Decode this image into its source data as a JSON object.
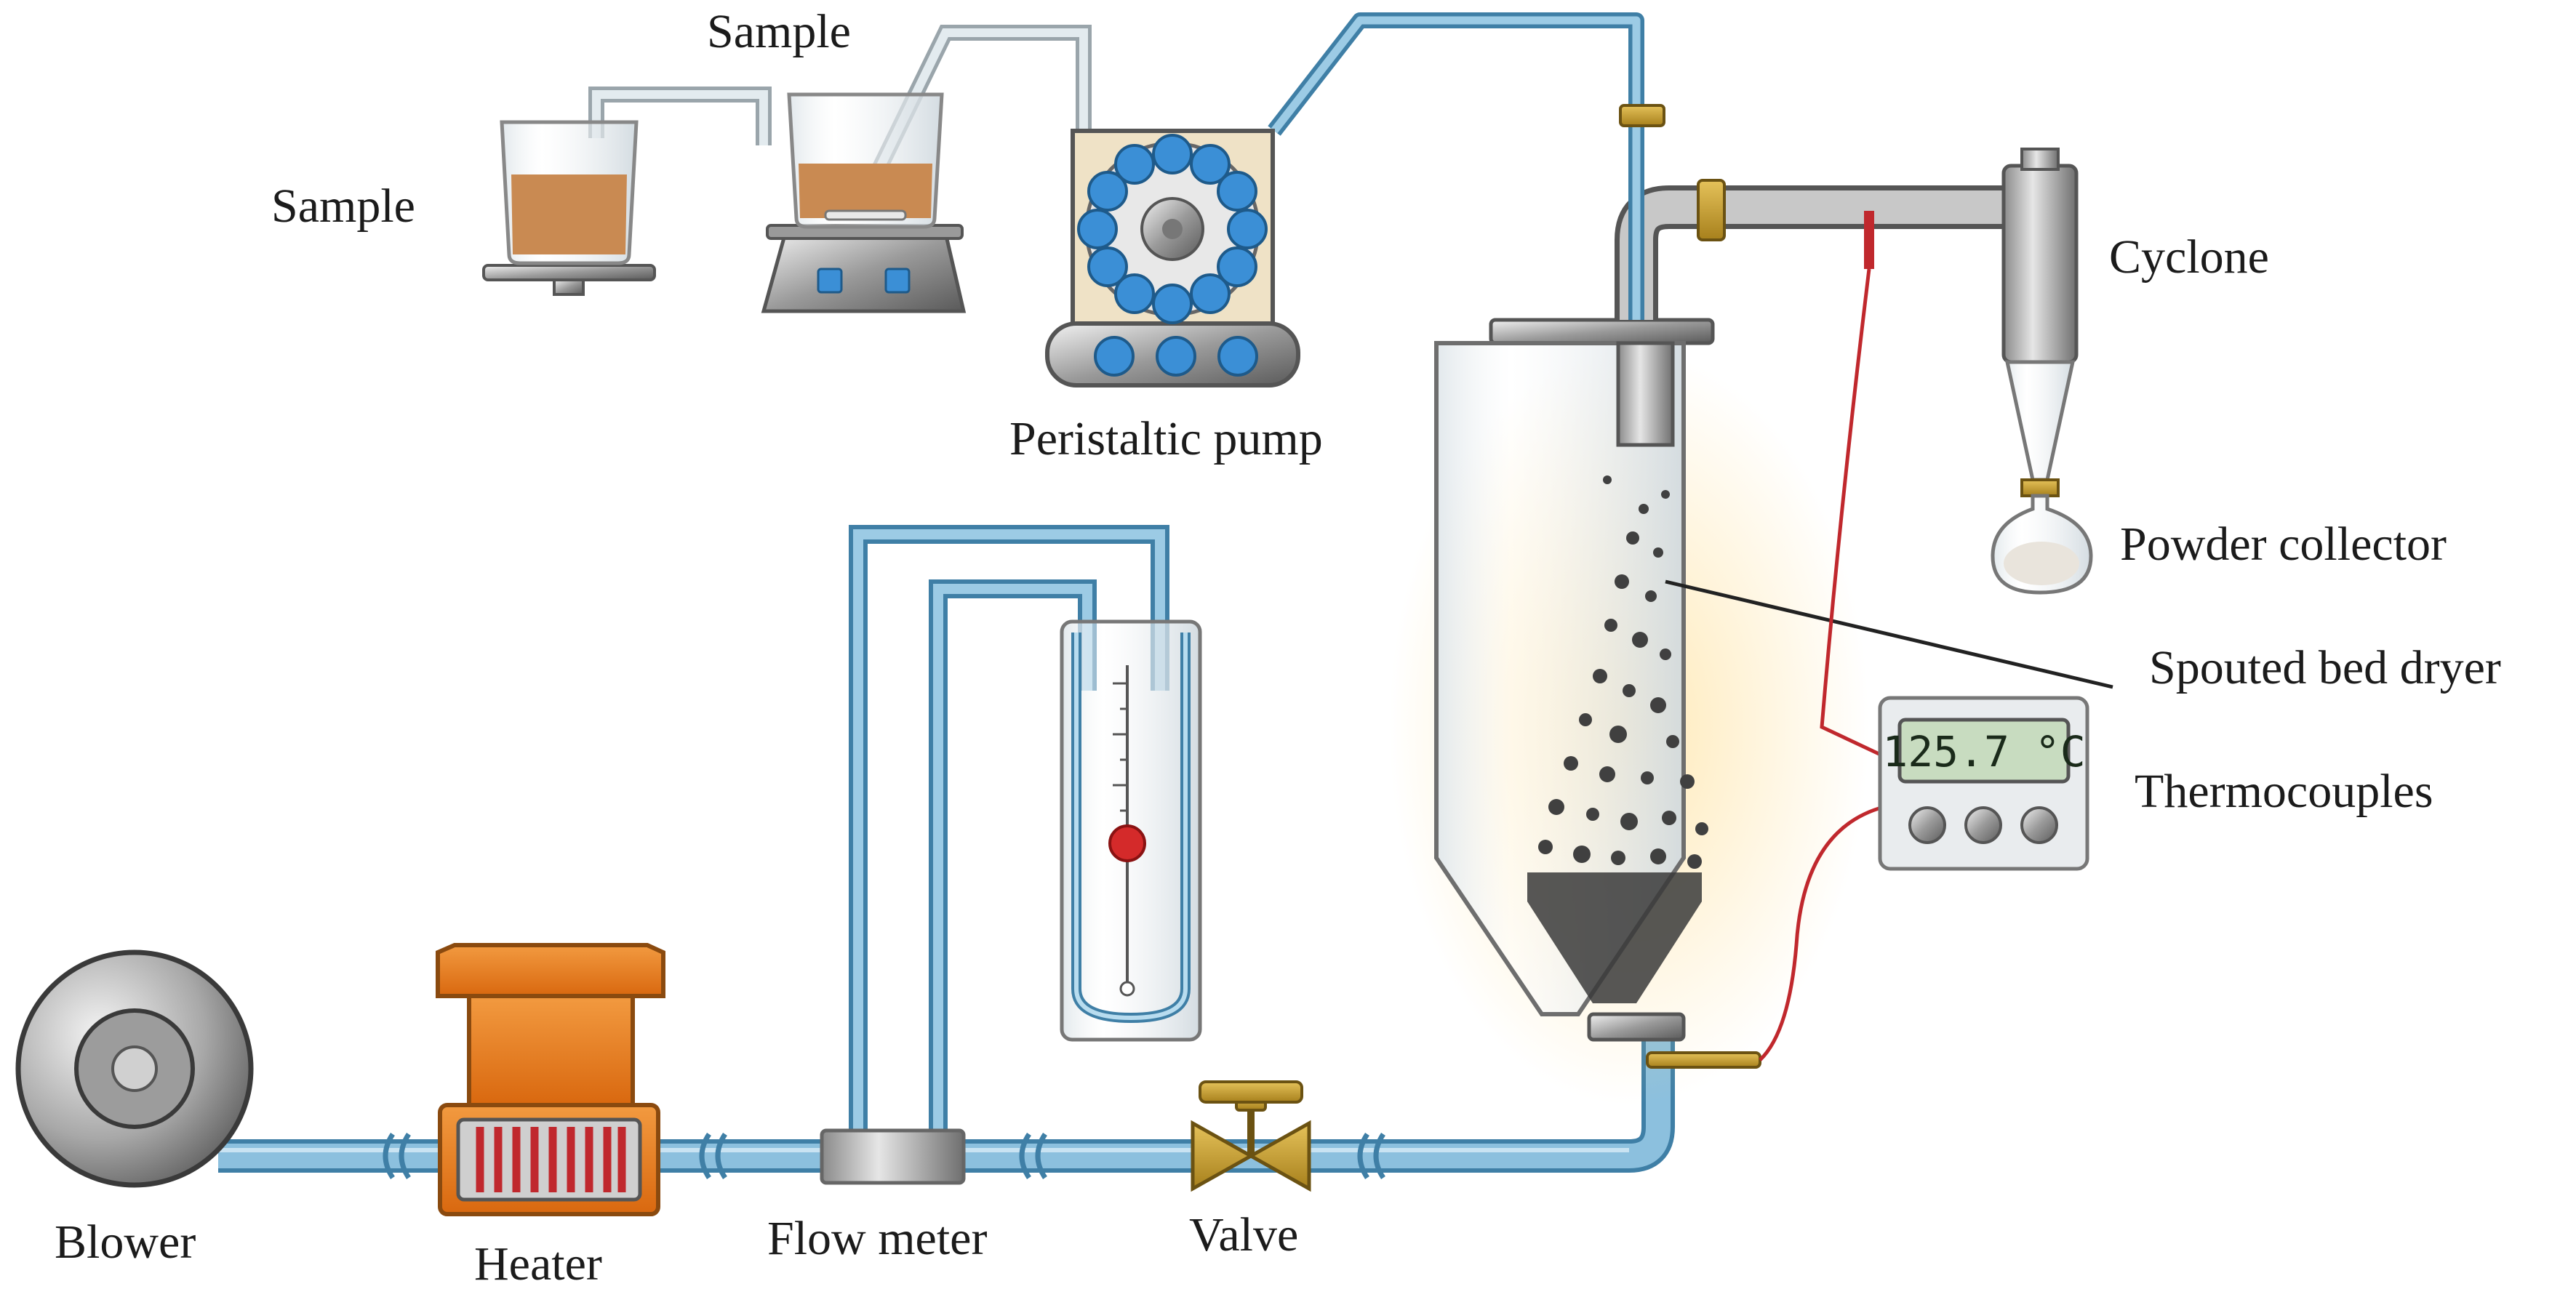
{
  "labels": {
    "sample_top": "Sample",
    "sample_left": "Sample",
    "peristaltic_pump": "Peristaltic pump",
    "cyclone": "Cyclone",
    "powder_collector": "Powder collector",
    "spouted_bed_dryer": "Spouted bed dryer",
    "thermocouples": "Thermocouples",
    "blower": "Blower",
    "heater": "Heater",
    "flow_meter": "Flow meter",
    "valve": "Valve"
  },
  "display": {
    "temperature_reading": "125.7 °C"
  },
  "colors": {
    "pipe": "#7fb5d6",
    "pipe_outline": "#3f7fa6",
    "heater_orange": "#e8791e",
    "valve_gold": "#c9a227",
    "lcd_green": "#c8dcc0",
    "wire_red": "#c0282d",
    "liquid_brown": "#c98a52",
    "roller_blue": "#3b8fd6"
  }
}
